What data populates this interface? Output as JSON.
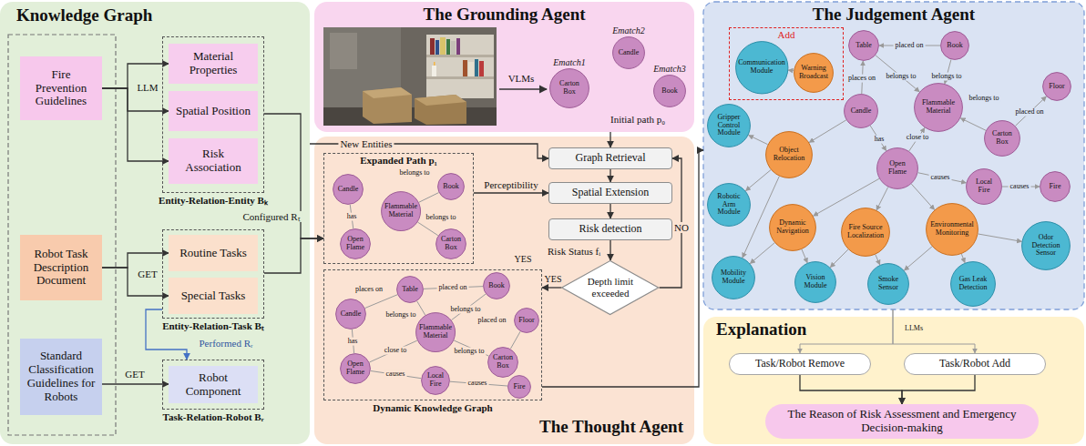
{
  "diagram": {
    "nodes": [
      {
        "text": [
          "Knowledge Graph"
        ]
      },
      {
        "text": [
          "Fire Prevention Guidelines"
        ],
        "in": 0
      },
      {
        "text": [
          "Robot Task Description Document"
        ],
        "in": 0
      },
      {
        "text": [
          "Standard Classification Guidelines for Robots"
        ],
        "in": 0
      },
      {
        "text": [
          "Entity-Relation-Entity Bₖ"
        ],
        "in": 0
      },
      {
        "text": [
          "Material Properties"
        ],
        "in": 4
      },
      {
        "text": [
          "Spatial Position"
        ],
        "in": 4
      },
      {
        "text": [
          "Risk Association"
        ],
        "in": 4
      },
      {
        "text": [
          "Entity-Relation-Task Bₜ"
        ],
        "in": 0
      },
      {
        "text": [
          "Routine Tasks"
        ],
        "in": 8
      },
      {
        "text": [
          "Special Tasks"
        ],
        "in": 8
      },
      {
        "text": [
          "Task-Relation-Robot Bᵣ"
        ],
        "in": 0
      },
      {
        "text": [
          "Robot Component"
        ],
        "in": 11
      },
      {
        "text": [
          "The Grounding Agent"
        ]
      },
      {
        "text": [
          "Ematch1",
          "Carton Box"
        ],
        "in": 13
      },
      {
        "text": [
          "Ematch2",
          "Candle"
        ],
        "in": 13
      },
      {
        "text": [
          "Ematch3",
          "Book"
        ],
        "in": 13
      },
      {
        "text": [
          "The Thought Agent"
        ]
      },
      {
        "text": [
          "Expanded Path p₁"
        ],
        "in": 17
      },
      {
        "text": [
          "Candle"
        ],
        "in": 18
      },
      {
        "text": [
          "Flammable Material"
        ],
        "in": 18
      },
      {
        "text": [
          "Book"
        ],
        "in": 18
      },
      {
        "text": [
          "Open Flame"
        ],
        "in": 18
      },
      {
        "text": [
          "Carton Box"
        ],
        "in": 18
      },
      {
        "text": [
          "Graph Retrieval"
        ],
        "in": 17
      },
      {
        "text": [
          "Spatial Extension"
        ],
        "in": 17
      },
      {
        "text": [
          "Risk detection"
        ],
        "in": 17
      },
      {
        "text": [
          "Depth limit exceeded"
        ],
        "in": 17
      },
      {
        "text": [
          "Dynamic Knowledge Graph"
        ],
        "in": 17
      },
      {
        "text": [
          "Table"
        ],
        "in": 28
      },
      {
        "text": [
          "Candle"
        ],
        "in": 28
      },
      {
        "text": [
          "Book"
        ],
        "in": 28
      },
      {
        "text": [
          "Flammable Material"
        ],
        "in": 28
      },
      {
        "text": [
          "Floor"
        ],
        "in": 28
      },
      {
        "text": [
          "Carton Box"
        ],
        "in": 28
      },
      {
        "text": [
          "Open Flame"
        ],
        "in": 28
      },
      {
        "text": [
          "Local Fire"
        ],
        "in": 28
      },
      {
        "text": [
          "Fire"
        ],
        "in": 28
      },
      {
        "text": [
          "The Judgement Agent"
        ]
      },
      {
        "text": [
          "Add"
        ],
        "in": 38
      },
      {
        "text": [
          "Communication Module"
        ],
        "in": 39
      },
      {
        "text": [
          "Warning Broadcast"
        ],
        "in": 39
      },
      {
        "text": [
          "Table"
        ],
        "in": 38
      },
      {
        "text": [
          "Book"
        ],
        "in": 38
      },
      {
        "text": [
          "Candle"
        ],
        "in": 38
      },
      {
        "text": [
          "Flammable Material"
        ],
        "in": 38
      },
      {
        "text": [
          "Floor"
        ],
        "in": 38
      },
      {
        "text": [
          "Carton Box"
        ],
        "in": 38
      },
      {
        "text": [
          "Open Flame"
        ],
        "in": 38
      },
      {
        "text": [
          "Local Fire"
        ],
        "in": 38
      },
      {
        "text": [
          "Fire"
        ],
        "in": 38
      },
      {
        "text": [
          "Gripper Control Module"
        ],
        "in": 38
      },
      {
        "text": [
          "Object Relocation"
        ],
        "in": 38
      },
      {
        "text": [
          "Robotic Arm Module"
        ],
        "in": 38
      },
      {
        "text": [
          "Dynamic Navigation"
        ],
        "in": 38
      },
      {
        "text": [
          "Fire Source Localization"
        ],
        "in": 38
      },
      {
        "text": [
          "Environmental Monitoring"
        ],
        "in": 38
      },
      {
        "text": [
          "Mobility Module"
        ],
        "in": 38
      },
      {
        "text": [
          "Vision Module"
        ],
        "in": 38
      },
      {
        "text": [
          "Smoke Sensor"
        ],
        "in": 38
      },
      {
        "text": [
          "Gas Leak Detection"
        ],
        "in": 38
      },
      {
        "text": [
          "Odor Detection Sensor"
        ],
        "in": 38
      },
      {
        "text": [
          "Explanation"
        ]
      },
      {
        "text": [
          "Task/Robot Remove"
        ],
        "in": 62
      },
      {
        "text": [
          "Task/Robot Add"
        ],
        "in": 62
      },
      {
        "text": [
          "The Reason of Risk Assessment and Emergency Decision-making"
        ],
        "in": 62
      }
    ],
    "edges": [
      {
        "from": 1,
        "to": 5,
        "arrow": "to"
      },
      {
        "from": 1,
        "to": 6,
        "arrow": "to",
        "label": "LLM"
      },
      {
        "from": 1,
        "to": 7,
        "arrow": "to"
      },
      {
        "from": 2,
        "to": 9,
        "arrow": "to",
        "label": "GET"
      },
      {
        "from": 2,
        "to": 10,
        "arrow": "to"
      },
      {
        "from": 3,
        "to": 12,
        "arrow": "to",
        "label": "GET"
      },
      {
        "from": 4,
        "to": 18,
        "arrow": "to",
        "label": "Configured Rₜ"
      },
      {
        "from": 8,
        "to": 18,
        "arrow": "to"
      },
      {
        "from": 8,
        "to": 11,
        "arrow": "to",
        "label": "Performed Rᵣ"
      },
      {
        "from": 13,
        "to": 24,
        "arrow": "to"
      },
      {
        "from": 0,
        "to": 24,
        "arrow": "to",
        "label": "New Entities"
      },
      {
        "from": 19,
        "to": 22,
        "arrow": "none",
        "label": "has"
      },
      {
        "from": 21,
        "to": 20,
        "arrow": "none",
        "label": "belongs to"
      },
      {
        "from": 23,
        "to": 20,
        "arrow": "none",
        "label": "belongs to"
      },
      {
        "from": 18,
        "to": 25,
        "arrow": "to",
        "label": "Perceptibility"
      },
      {
        "from": 24,
        "to": 25,
        "arrow": "to"
      },
      {
        "from": 25,
        "to": 26,
        "arrow": "to"
      },
      {
        "from": 26,
        "to": 27,
        "arrow": "to",
        "label": "Risk Status fᵢ"
      },
      {
        "from": 27,
        "to": 24,
        "arrow": "to",
        "label": "NO"
      },
      {
        "from": 27,
        "to": 28,
        "arrow": "to",
        "label": "YES"
      },
      {
        "from": 30,
        "to": 29,
        "arrow": "none",
        "label": "places on"
      },
      {
        "from": 31,
        "to": 29,
        "arrow": "none",
        "label": "placed on"
      },
      {
        "from": 29,
        "to": 32,
        "arrow": "none",
        "label": "belongs to"
      },
      {
        "from": 31,
        "to": 32,
        "arrow": "none",
        "label": "belongs to"
      },
      {
        "from": 34,
        "to": 33,
        "arrow": "none",
        "label": "placed on"
      },
      {
        "from": 34,
        "to": 32,
        "arrow": "none",
        "label": "belongs to"
      },
      {
        "from": 30,
        "to": 35,
        "arrow": "none",
        "label": "has"
      },
      {
        "from": 35,
        "to": 32,
        "arrow": "none",
        "label": "close to"
      },
      {
        "from": 35,
        "to": 36,
        "arrow": "none",
        "label": "causes"
      },
      {
        "from": 36,
        "to": 37,
        "arrow": "none",
        "label": "causes"
      },
      {
        "from": 28,
        "to": 38,
        "arrow": "to"
      },
      {
        "from": 41,
        "to": 40,
        "arrow": "to"
      },
      {
        "from": 44,
        "to": 42,
        "arrow": "to",
        "label": "places on"
      },
      {
        "from": 43,
        "to": 42,
        "arrow": "to",
        "label": "placed on"
      },
      {
        "from": 42,
        "to": 45,
        "arrow": "to",
        "label": "belongs to"
      },
      {
        "from": 43,
        "to": 45,
        "arrow": "to",
        "label": "belongs to"
      },
      {
        "from": 47,
        "to": 45,
        "arrow": "to",
        "label": "belongs to"
      },
      {
        "from": 47,
        "to": 46,
        "arrow": "to",
        "label": "placed on"
      },
      {
        "from": 44,
        "to": 48,
        "arrow": "to",
        "label": "has"
      },
      {
        "from": 48,
        "to": 45,
        "arrow": "to",
        "label": "close to"
      },
      {
        "from": 48,
        "to": 49,
        "arrow": "to",
        "label": "causes"
      },
      {
        "from": 49,
        "to": 50,
        "arrow": "to",
        "label": "causes"
      },
      {
        "from": 44,
        "to": 52,
        "arrow": "to"
      },
      {
        "from": 52,
        "to": 51,
        "arrow": "to"
      },
      {
        "from": 52,
        "to": 53,
        "arrow": "to"
      },
      {
        "from": 52,
        "to": 57,
        "arrow": "to"
      },
      {
        "from": 48,
        "to": 54,
        "arrow": "to"
      },
      {
        "from": 48,
        "to": 55,
        "arrow": "to"
      },
      {
        "from": 48,
        "to": 56,
        "arrow": "to"
      },
      {
        "from": 54,
        "to": 57,
        "arrow": "to"
      },
      {
        "from": 54,
        "to": 58,
        "arrow": "to"
      },
      {
        "from": 55,
        "to": 58,
        "arrow": "to"
      },
      {
        "from": 55,
        "to": 59,
        "arrow": "to"
      },
      {
        "from": 56,
        "to": 59,
        "arrow": "to"
      },
      {
        "from": 56,
        "to": 60,
        "arrow": "to"
      },
      {
        "from": 56,
        "to": 61,
        "arrow": "to"
      },
      {
        "from": 38,
        "to": 63,
        "arrow": "to",
        "label": "LLMs"
      },
      {
        "from": 38,
        "to": 64,
        "arrow": "to"
      },
      {
        "from": 63,
        "to": 65,
        "arrow": "to"
      },
      {
        "from": 64,
        "to": 65,
        "arrow": "to"
      }
    ],
    "labels": [
      "VLMs",
      "Initial path p₀",
      "YES"
    ]
  }
}
